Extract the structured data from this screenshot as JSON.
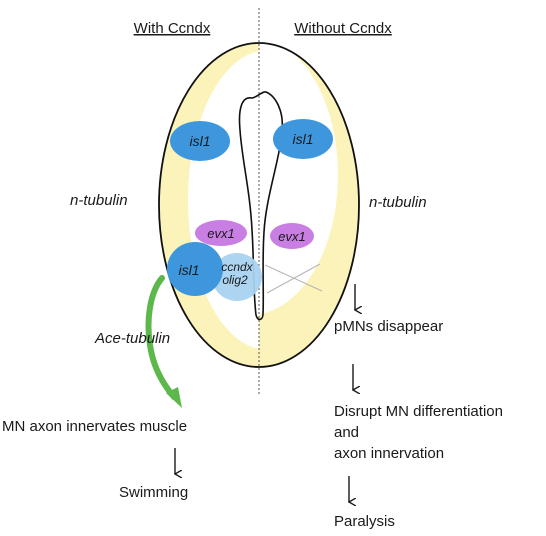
{
  "headers": {
    "left": "With Ccndx",
    "right": "Without Ccndx"
  },
  "cells": {
    "isl1_top_left": "isl1",
    "isl1_top_right": "isl1",
    "evx1_left": "evx1",
    "evx1_right": "evx1",
    "isl1_bottom_left": "isl1",
    "ccndx": "ccndx",
    "olig2": "olig2"
  },
  "side_labels": {
    "ntubulin_left": "n-tubulin",
    "ntubulin_right": "n-tubulin",
    "ace_tubulin": "Ace-tubulin"
  },
  "left_outcome": {
    "step1": "MN axon innervates muscle",
    "step2": "Swimming"
  },
  "right_outcome": {
    "step1": "pMNs disappear",
    "step2_line1": "Disrupt MN differentiation",
    "step2_line2": "and",
    "step2_line3": "axon innervation",
    "step3": "Paralysis"
  },
  "colors": {
    "isl1": "#3e97dd",
    "evx1": "#c97ee3",
    "olig2": "#a9d3f0",
    "ntubulin_band": "#fbf3b9",
    "ace_tubulin_arrow": "#5cb84a"
  }
}
